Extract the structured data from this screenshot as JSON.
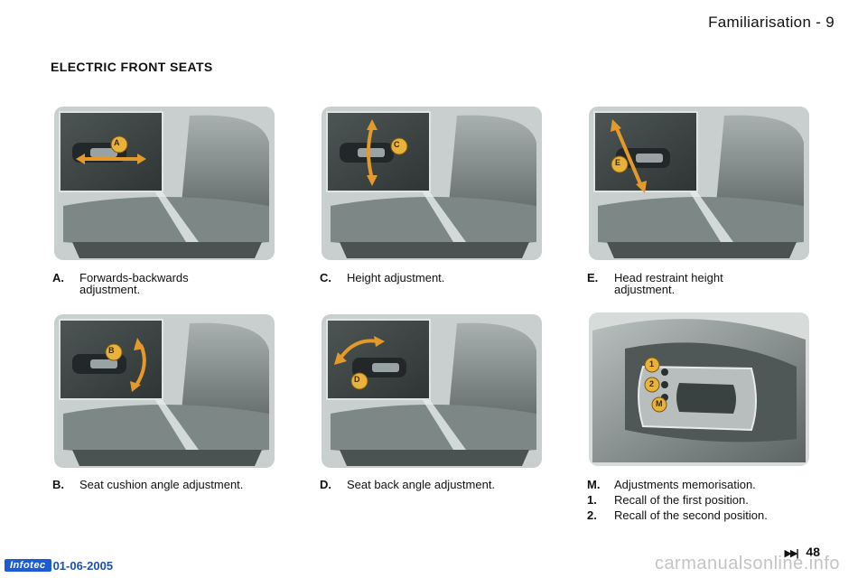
{
  "header": {
    "section": "Familiarisation",
    "separator": "-",
    "page": "9"
  },
  "title": "ELECTRIC FRONT SEATS",
  "panels": {
    "a": {
      "badge": "A",
      "letter": "A.",
      "text": "Forwards-backwards adjustment."
    },
    "c": {
      "badge": "C",
      "letter": "C.",
      "text": "Height adjustment."
    },
    "e": {
      "badge": "E",
      "letter": "E.",
      "text": "Head restraint height adjustment."
    },
    "b": {
      "badge": "B",
      "letter": "B.",
      "text": "Seat cushion angle adjustment."
    },
    "d": {
      "badge": "D",
      "letter": "D.",
      "text": "Seat back angle adjustment."
    },
    "m": {
      "badges": [
        "1",
        "2",
        "M"
      ],
      "letter": "M.",
      "text": "Adjustments memorisation.",
      "items": [
        {
          "letter": "1.",
          "text": "Recall of the first position."
        },
        {
          "letter": "2.",
          "text": "Recall of the second position."
        }
      ]
    }
  },
  "page_link": {
    "icon": "fast-forward-icon",
    "page": "48"
  },
  "footer": {
    "logo": "Infotec",
    "date": "01-06-2005"
  },
  "watermark": "carmanualsonline.info",
  "colors": {
    "badge": "#e8b23c",
    "arrow": "#e39a2a",
    "seat": "#8e9796",
    "footer_blue": "#1c5bd1"
  }
}
